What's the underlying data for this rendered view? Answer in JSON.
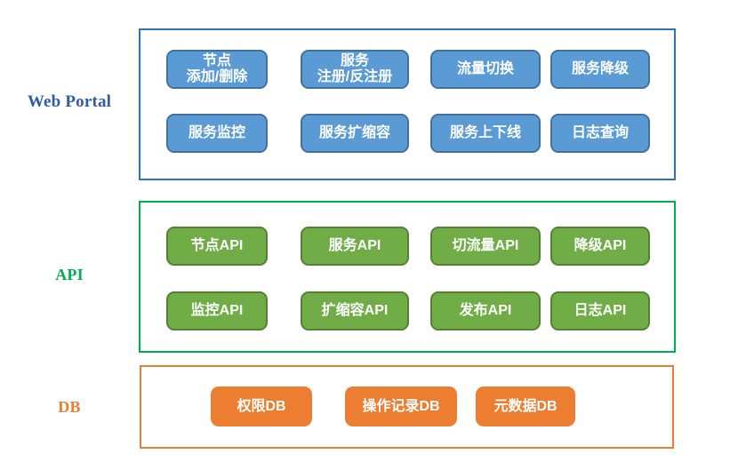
{
  "diagram": {
    "sections": [
      {
        "label": "Web Portal",
        "rows": [
          [
            "节点\n添加/删除",
            "服务\n注册/反注册",
            "流量切换",
            "服务降级"
          ],
          [
            "服务监控",
            "服务扩缩容",
            "服务上下线",
            "日志查询"
          ]
        ]
      },
      {
        "label": "API",
        "rows": [
          [
            "节点API",
            "服务API",
            "切流量API",
            "降级API"
          ],
          [
            "监控API",
            "扩缩容API",
            "发布API",
            "日志API"
          ]
        ]
      },
      {
        "label": "DB",
        "rows": [
          [
            "权限DB",
            "操作记录DB",
            "元数据DB"
          ]
        ]
      }
    ]
  },
  "colors": {
    "web_portal": {
      "label_text": "#2E5DA6",
      "box_border": "#2E74B5",
      "button_fill": "#5B9BD5",
      "button_border": "#41719C"
    },
    "api": {
      "label_text": "#00B050",
      "box_border": "#00B050",
      "button_fill": "#70AD47",
      "button_border": "#548235"
    },
    "db": {
      "label_text": "#ED7D31",
      "box_border": "#ED7D31",
      "button_fill": "#ED7D31",
      "button_border": "#ED7D31"
    }
  }
}
